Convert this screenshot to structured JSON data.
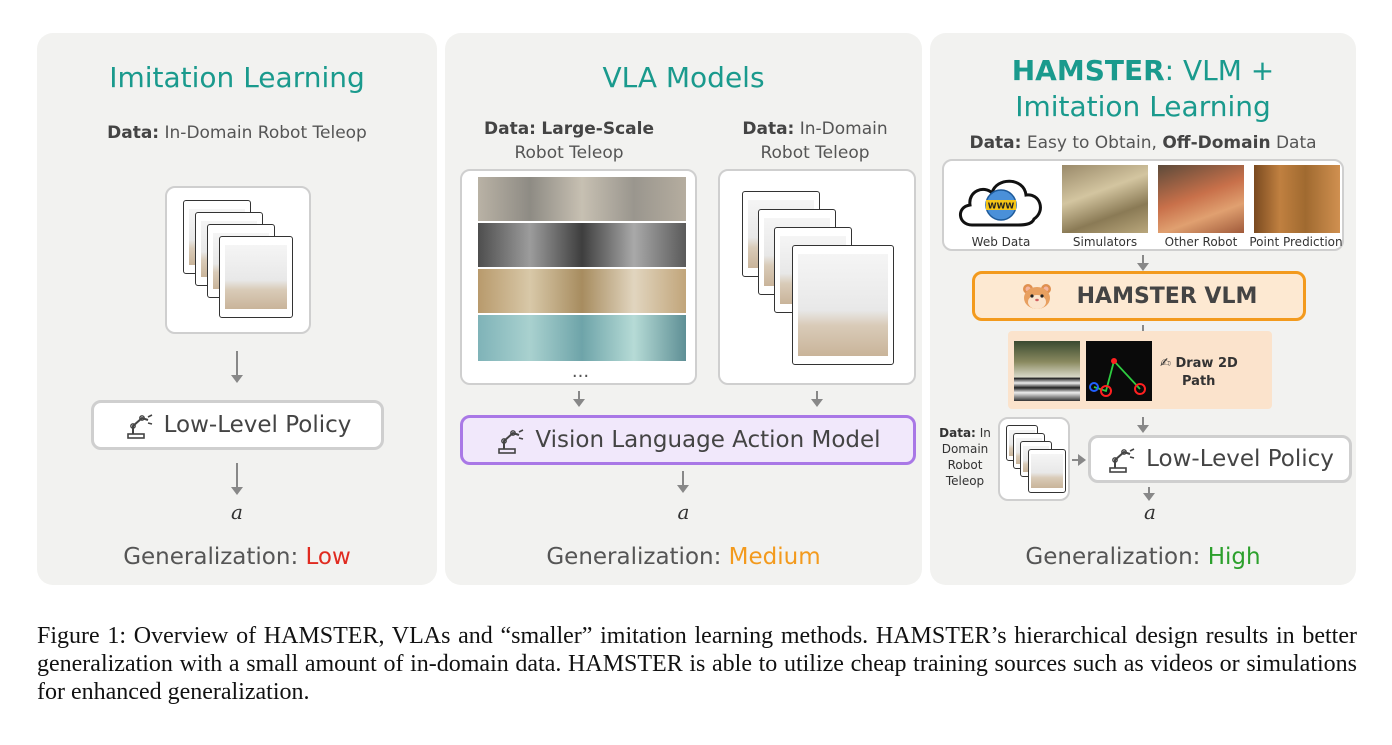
{
  "panel1": {
    "title": "Imitation Learning",
    "data_label": "Data:",
    "data_text": "In-Domain Robot Teleop",
    "policy_label": "Low-Level Policy",
    "action": "a",
    "gen_label": "Generalization:",
    "gen_value": "Low",
    "gen_color": "#e02b20"
  },
  "panel2": {
    "title": "VLA Models",
    "left_data_label": "Data:",
    "left_data_bold": "Large-Scale",
    "left_data_text": "Robot Teleop",
    "right_data_label": "Data:",
    "right_data_text1": "In-Domain",
    "right_data_text2": "Robot Teleop",
    "ellipsis": "...",
    "vla_label": "Vision Language Action Model",
    "action": "a",
    "gen_label": "Generalization:",
    "gen_value": "Medium",
    "gen_color": "#f39a1d"
  },
  "panel3": {
    "title_bold": "HAMSTER",
    "title_rest1": ": VLM +",
    "title_line2": "Imitation Learning",
    "data_label": "Data:",
    "data_text1": "Easy to Obtain,",
    "data_bold": "Off-Domain",
    "data_text2": "Data",
    "sources": [
      "Web Data",
      "Simulators",
      "Other Robot",
      "Point Prediction"
    ],
    "www_text": "WWW",
    "vlm_label": "HAMSTER VLM",
    "draw_label1": "Draw 2D",
    "draw_label2": "Path",
    "side_data_label": "Data:",
    "side_data_lines": [
      "In",
      "Domain",
      "Robot",
      "Teleop"
    ],
    "policy_label": "Low-Level Policy",
    "action": "a",
    "gen_label": "Generalization:",
    "gen_value": "High",
    "gen_color": "#2ca02c"
  },
  "colors": {
    "teal": "#1a9a8d",
    "vla_border": "#a978e6",
    "vla_fill": "#f1e8fb",
    "vlm_border": "#f39a1d",
    "vlm_fill": "#fde9d2"
  },
  "caption": {
    "text": "Figure 1: Overview of HAMSTER, VLAs and “smaller” imitation learning methods. HAMSTER’s hierarchical design results in better generalization with a small amount of in-domain data. HAMSTER is able to utilize cheap training sources such as videos or simulations for enhanced generalization."
  },
  "icons": [
    "robot-arm-icon",
    "hamster-icon",
    "writing-hand-icon",
    "cloud-www-icon"
  ]
}
